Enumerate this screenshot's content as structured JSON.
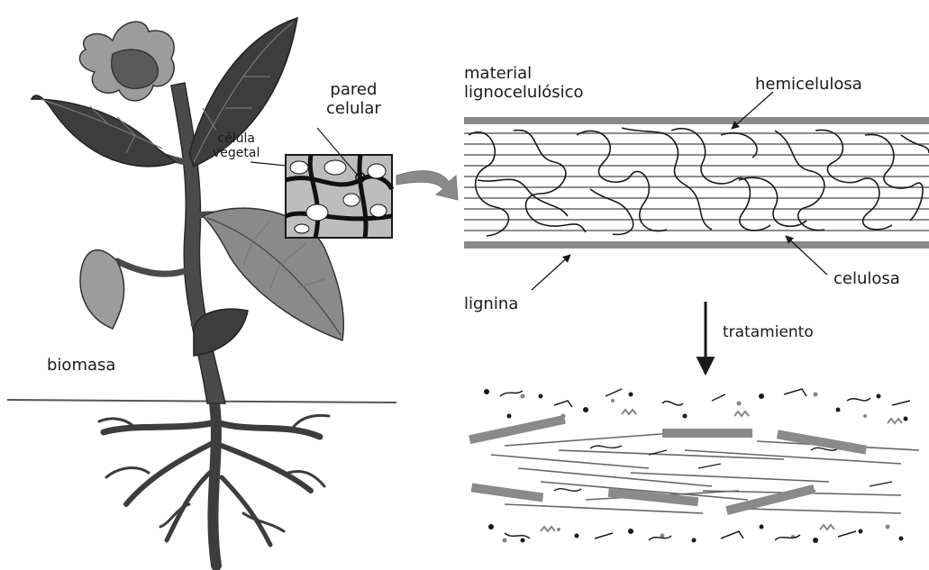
{
  "labels": {
    "biomass": "biomasa",
    "plant_cell": "célula\nvegetal",
    "cell_wall": "pared\ncelular",
    "lignocellulosic_material": "material\nlignocelulósico",
    "hemicellulose": "hemicelulosa",
    "cellulose": "celulosa",
    "lignin": "lignina",
    "treatment": "tratamiento"
  },
  "colors": {
    "ink": "#1a1a1a",
    "leaf": "#3d3d3d",
    "stem": "#4a4a4a",
    "flower": "#9c9c9c",
    "fiber_gray": "#858585",
    "plate_gray": "#8a8a8a"
  }
}
